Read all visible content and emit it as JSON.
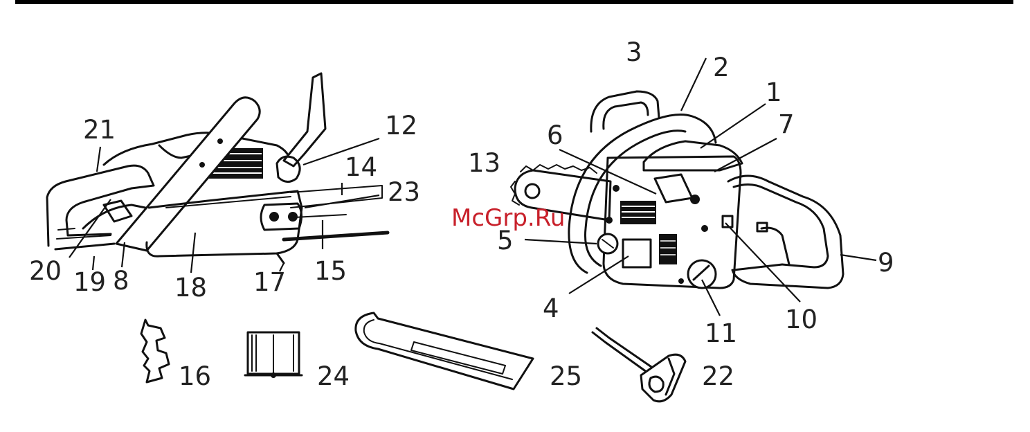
{
  "watermark": "McGrp.Ru",
  "labels": {
    "l1": "1",
    "l2": "2",
    "l3": "3",
    "l4": "4",
    "l5": "5",
    "l6": "6",
    "l7": "7",
    "l8": "8",
    "l9": "9",
    "l10": "10",
    "l11": "11",
    "l12": "12",
    "l13": "13",
    "l14": "14",
    "l15": "15",
    "l16": "16",
    "l17": "17",
    "l18": "18",
    "l19": "19",
    "l20": "20",
    "l21": "21",
    "l22": "22",
    "l23": "23",
    "l24": "24",
    "l25": "25"
  }
}
